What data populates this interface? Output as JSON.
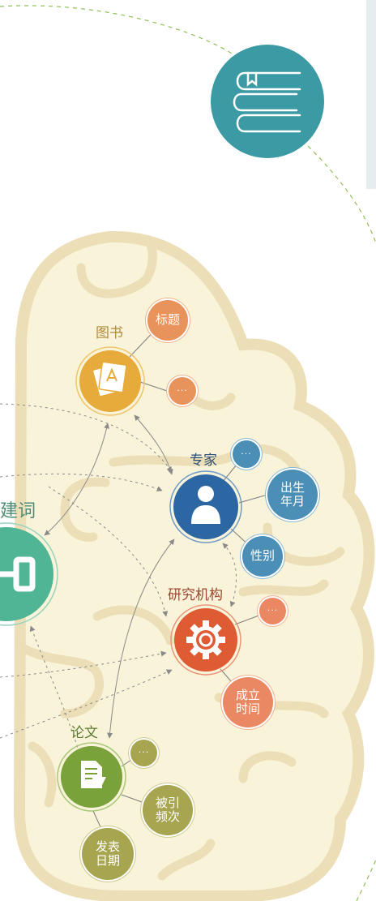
{
  "colors": {
    "brain_fill": "#f8f3d9",
    "brain_line": "#ecdfb8",
    "book_teal": "#3b9aa4",
    "book_yellow": "#e6ab3a",
    "expert_blue": "#2c66a3",
    "org_red": "#df5b33",
    "paper_green": "#79a23a",
    "keyword_teal": "#4fb594",
    "orange_small": "#e8935c",
    "blue_small": "#4b8eb6",
    "olive_small": "#a7a550",
    "salmon_small": "#e98862"
  },
  "header_icon": {
    "name": "book-stack-icon"
  },
  "keyword": {
    "label": "建词",
    "icon": "link-icon"
  },
  "nodes": {
    "book": {
      "label": "图书",
      "icon": "book-icon",
      "attrs": [
        "标题",
        "···"
      ]
    },
    "expert": {
      "label": "专家",
      "icon": "person-icon",
      "attrs": [
        "···",
        "出生\n年月",
        "性别"
      ]
    },
    "org": {
      "label": "研究机构",
      "icon": "gear-icon",
      "attrs": [
        "···",
        "成立\n时间"
      ]
    },
    "paper": {
      "label": "论文",
      "icon": "document-download-icon",
      "attrs": [
        "···",
        "被引\n频次",
        "发表\n日期"
      ]
    }
  }
}
